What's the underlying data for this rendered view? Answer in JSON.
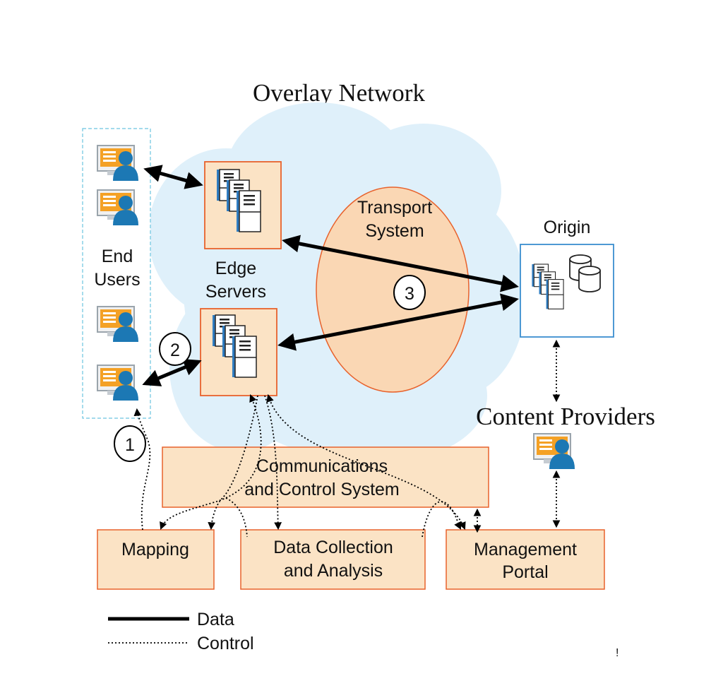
{
  "title": "Overlay Network",
  "end_users_label": [
    "End",
    "Users"
  ],
  "edge_servers_label": [
    "Edge",
    "Servers"
  ],
  "transport_label": [
    "Transport",
    "System"
  ],
  "origin_label": "Origin",
  "content_providers_label": "Content Providers",
  "control_system_label": [
    "Communications",
    "and Control System"
  ],
  "mapping_label": "Mapping",
  "data_collection_label": [
    "Data Collection",
    "and Analysis"
  ],
  "portal_label": [
    "Management",
    "Portal"
  ],
  "step_labels": [
    "1",
    "2",
    "3"
  ],
  "legend": {
    "data": "Data",
    "control": "Control"
  },
  "stray_mark": "!",
  "colors": {
    "cloud": "#dff0fa",
    "box_fill": "#fbe3c5",
    "box_stroke": "#e8622c",
    "transport_fill": "#fad7b4",
    "origin_stroke": "#3a8ecf",
    "user_dashes": "#6cc4e0",
    "person": "#1c78b4",
    "monitor_screen": "#f4a125"
  },
  "icons": [
    "user-at-monitor-icon",
    "server-stack-icon",
    "database-icon"
  ]
}
